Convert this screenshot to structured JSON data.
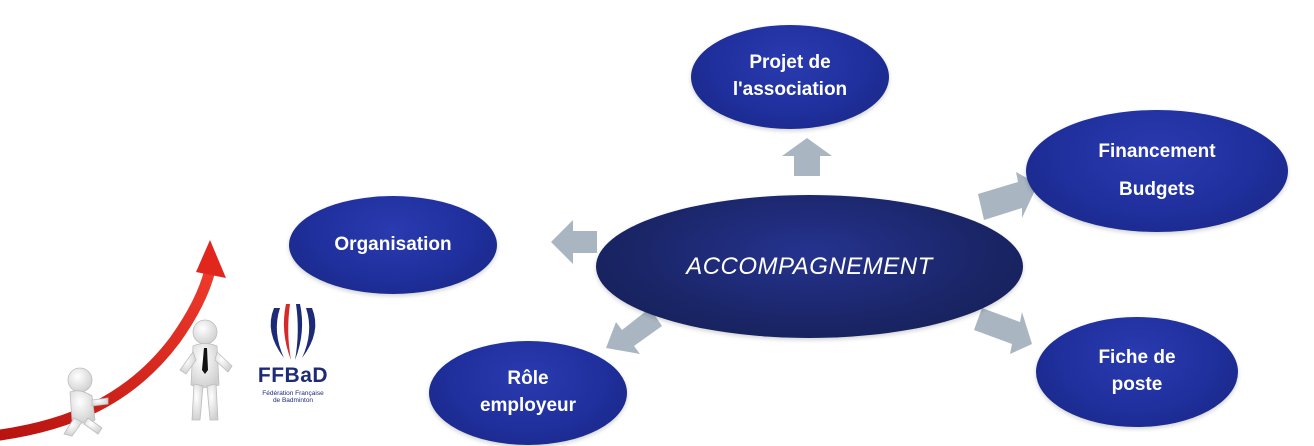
{
  "diagram": {
    "center": {
      "label": "ACCOMPAGNEMENT"
    },
    "nodes": {
      "projet": {
        "line1": "Projet de",
        "line2": "l'association"
      },
      "financement": {
        "line1": "Financement",
        "line2": "Budgets"
      },
      "organisation": {
        "line1": "Organisation"
      },
      "role": {
        "line1": "Rôle",
        "line2": "employeur"
      },
      "fiche": {
        "line1": "Fiche de",
        "line2": "poste"
      }
    }
  },
  "logo": {
    "acronym": "FFBaD",
    "subtitle_line1": "Fédération Française",
    "subtitle_line2": "de Badminton"
  },
  "colors": {
    "node_fill": "#1f2f9c",
    "center_fill": "#1a2566",
    "arrow_fill": "#a9b6c2",
    "growth_arrow": "#e0261d",
    "logo_blue": "#1d2a78",
    "logo_red": "#d62a2a"
  }
}
